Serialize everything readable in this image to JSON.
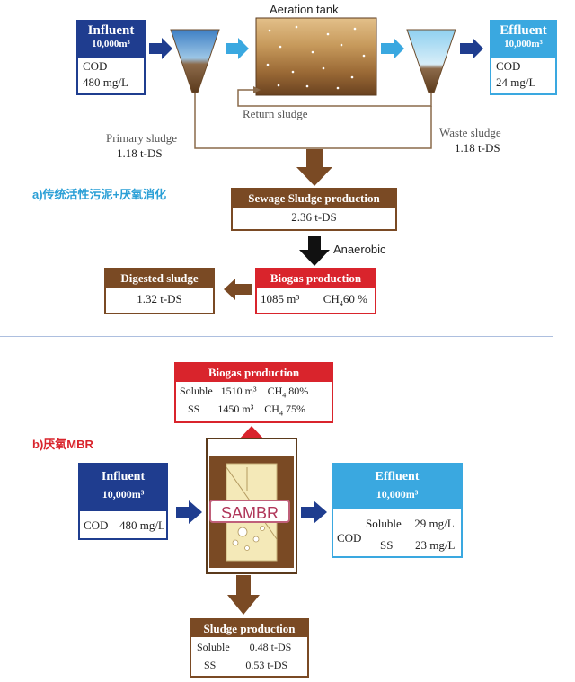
{
  "panel_a": {
    "label": "a)传统活性污泥+厌氧消化",
    "influent": {
      "title": "Influent",
      "flow": "10,000m³",
      "param": "COD",
      "value": "480 mg/L"
    },
    "effluent": {
      "title": "Effluent",
      "flow": "10,000m³",
      "param": "COD",
      "value": "24 mg/L"
    },
    "aeration_tank": "Aeration tank",
    "return_sludge": "Return sludge",
    "primary_sludge": {
      "label": "Primary sludge",
      "value": "1.18 t-DS"
    },
    "waste_sludge": {
      "label": "Waste sludge",
      "value": "1.18 t-DS"
    },
    "sewage_sludge": {
      "title": "Sewage Sludge production",
      "value": "2.36 t-DS"
    },
    "anaerobic": "Anaerobic",
    "biogas": {
      "title": "Biogas production",
      "volume": "1085 m³",
      "ch4_label": "CH",
      "ch4_sub": "4",
      "ch4_value": "60 %"
    },
    "digested": {
      "title": "Digested sludge",
      "value": "1.32 t-DS"
    }
  },
  "panel_b": {
    "label": "b)厌氧MBR",
    "biogas": {
      "title": "Biogas production",
      "rows": [
        {
          "type": "Soluble",
          "volume": "1510 m³",
          "ch4": "CH",
          "sub": "4",
          "pct": "80%"
        },
        {
          "type": "SS",
          "volume": "1450 m³",
          "ch4": "CH",
          "sub": "4",
          "pct": "75%"
        }
      ]
    },
    "influent": {
      "title": "Influent",
      "flow": "10,000m³",
      "param": "COD",
      "value": "480 mg/L"
    },
    "effluent": {
      "title": "Effluent",
      "flow": "10,000m³",
      "param": "COD",
      "soluble_label": "Soluble",
      "soluble_value": "29 mg/L",
      "ss_label": "SS",
      "ss_value": "23 mg/L"
    },
    "reactor": "SAMBR",
    "sludge": {
      "title": "Sludge production",
      "rows": [
        {
          "type": "Soluble",
          "value": "0.48 t-DS"
        },
        {
          "type": "SS",
          "value": "0.53 t-DS"
        }
      ]
    }
  },
  "colors": {
    "dark_blue": "#1f3d8f",
    "light_blue": "#3aa8e0",
    "red": "#d9242c",
    "brown": "#7a4a24",
    "divider": "#5b7fbf"
  }
}
